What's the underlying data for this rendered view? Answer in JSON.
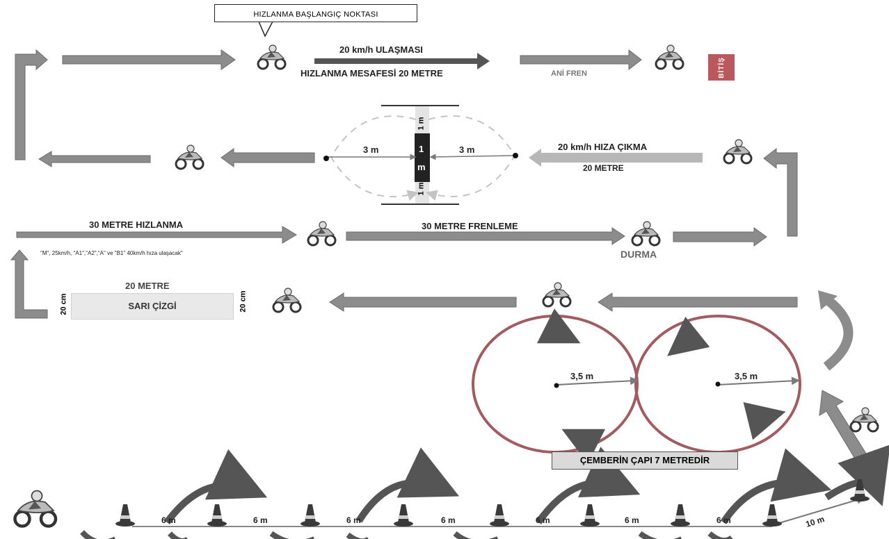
{
  "labels": {
    "start_callout": "HIZLANMA BAŞLANGIÇ NOKTASI",
    "reach_20": "20 km/h ULAŞMASI",
    "accel_distance": "HIZLANMA MESAFESİ 20 METRE",
    "sudden_brake": "ANİ FREN",
    "finish": "BİTİŞ",
    "speed_up_20": "20 km/h HIZA ÇIKMA",
    "meters_20": "20 METRE",
    "dist_3m_left": "3 m",
    "dist_3m_right": "3 m",
    "gate_1m_top": "1 m",
    "gate_1m_center_a": "1",
    "gate_1m_center_b": "m",
    "gate_1m_bottom": "1 m",
    "accel_30": "30 METRE HIZLANMA",
    "brake_30": "30 METRE FRENLEME",
    "stop": "DURMA",
    "speed_note": "\"M\", 25km/h, \"A1\",\"A2\",\"A\" ve \"B1\" 40km/h hıza ulaşacak\"",
    "yellow_meters": "20 METRE",
    "yellow_line": "SARI ÇİZGİ",
    "cm20_left": "20 cm",
    "cm20_right": "20 cm",
    "radius_left": "3,5 m",
    "radius_right": "3,5 m",
    "diameter_note": "ÇEMBERİN ÇAPI 7 METREDİR",
    "slalom_gaps": [
      "6 m",
      "6 m",
      "6 m",
      "6 m",
      "6 m",
      "6 m",
      "6 m"
    ],
    "slalom_exit": "10 m"
  },
  "colors": {
    "arrow_gray": "#8c8c8c",
    "arrow_dark": "#555555",
    "arrow_accent": "#a35b60",
    "circle": "#a35b60",
    "arc_dashed": "#bcbcbc",
    "finish_box": "#b9585d",
    "yellow_line_box": "#e9e9e9",
    "cone": "#3a3a3a",
    "cone_band": "#cfcfcf"
  },
  "icons": [
    "motorcycle-icon",
    "traffic-cone-icon",
    "curved-arrow-icon"
  ]
}
